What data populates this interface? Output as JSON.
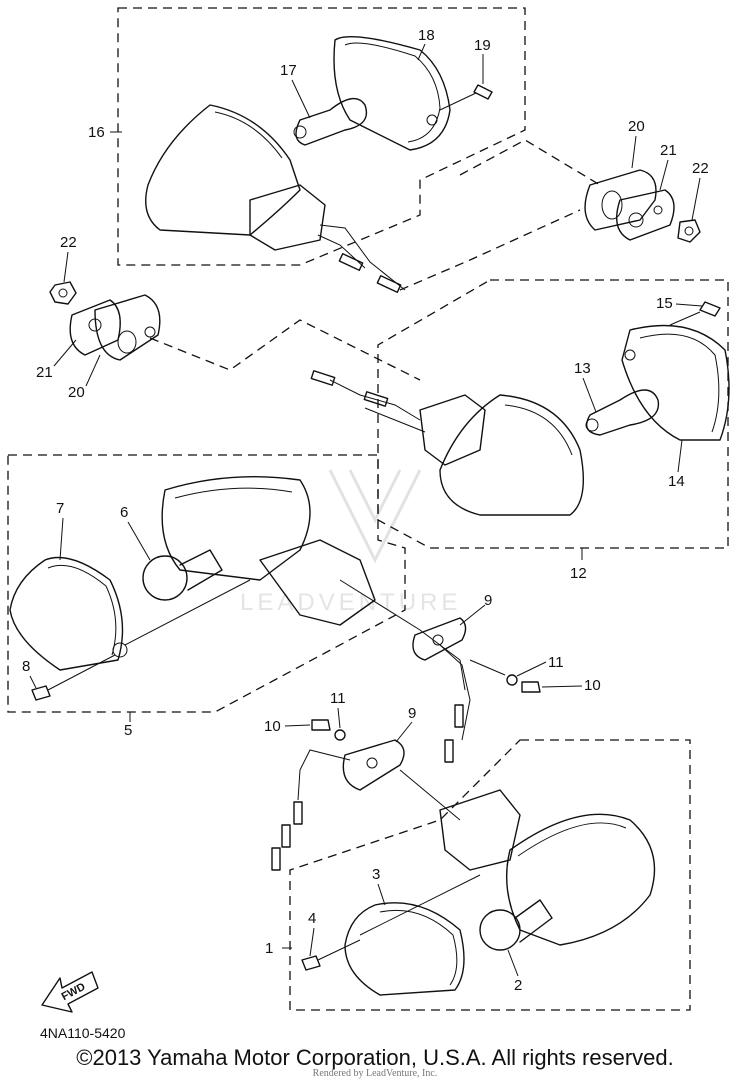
{
  "labels": {
    "l1": "1",
    "l2": "2",
    "l3": "3",
    "l4": "4",
    "l5": "5",
    "l6": "6",
    "l7": "7",
    "l8": "8",
    "l9a": "9",
    "l9b": "9",
    "l10a": "10",
    "l10b": "10",
    "l11a": "11",
    "l11b": "11",
    "l12": "12",
    "l13": "13",
    "l14": "14",
    "l15": "15",
    "l16": "16",
    "l17": "17",
    "l18": "18",
    "l19": "19",
    "l20a": "20",
    "l20b": "20",
    "l21a": "21",
    "l21b": "21",
    "l22a": "22",
    "l22b": "22"
  },
  "fwd_label": "FWD",
  "watermark_text": "LEADVENTURE",
  "part_code": "4NA110-5420",
  "copyright": "©2013 Yamaha Motor Corporation, U.S.A. All rights reserved.",
  "rendered_by": "Rendered by LeadVenture, Inc."
}
